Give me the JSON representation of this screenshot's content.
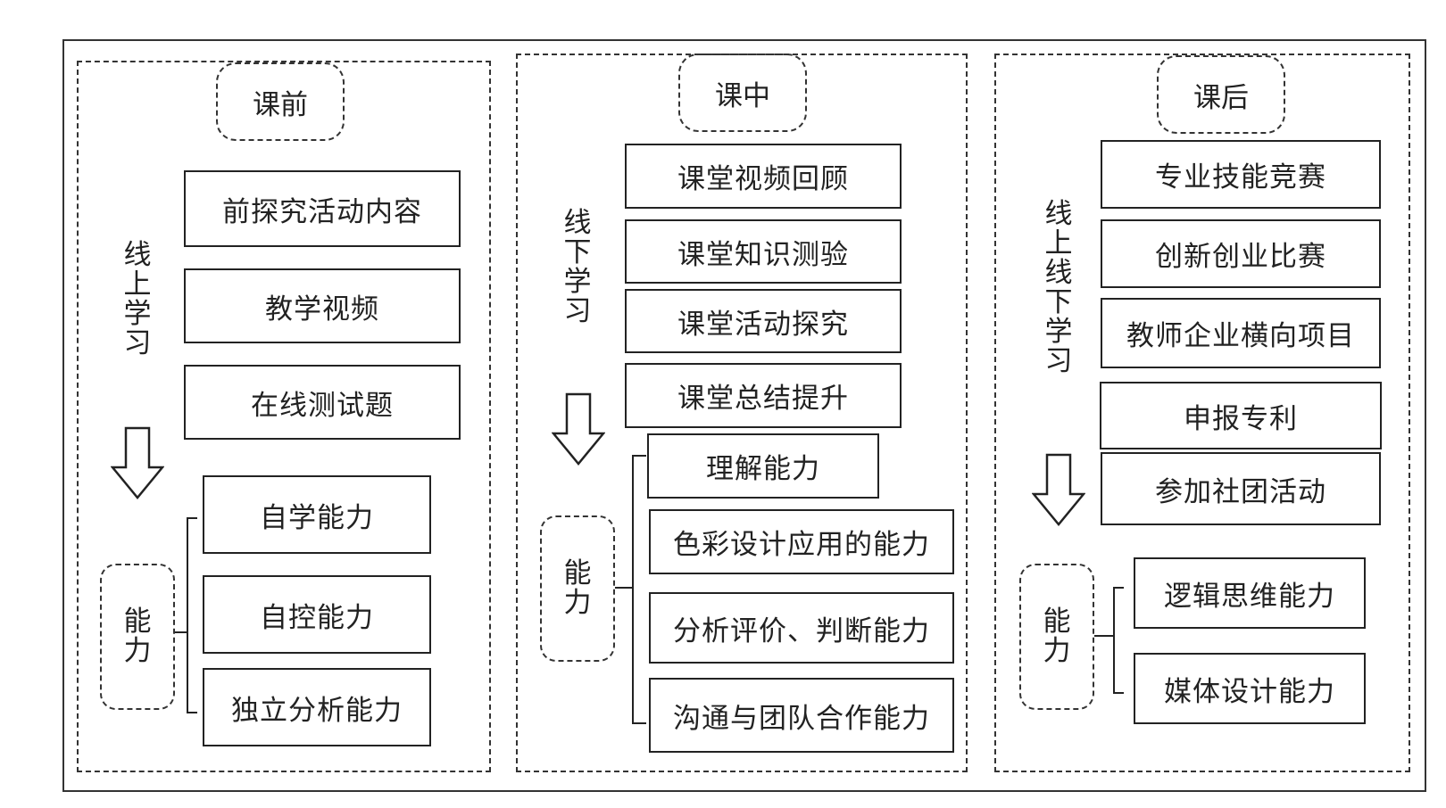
{
  "columns": [
    {
      "title": "课前",
      "mode_label": "线上学习",
      "activities": [
        "前探究活动内容",
        "教学视频",
        "在线测试题"
      ],
      "ability_label": "能力",
      "abilities": [
        "自学能力",
        "自控能力",
        "独立分析能力"
      ]
    },
    {
      "title": "课中",
      "mode_label": "线下学习",
      "activities": [
        "课堂视频回顾",
        "课堂知识测验",
        "课堂活动探究",
        "课堂总结提升"
      ],
      "ability_label": "能力",
      "abilities": [
        "理解能力",
        "色彩设计应用的能力",
        "分析评价、判断能力",
        "沟通与团队合作能力"
      ]
    },
    {
      "title": "课后",
      "mode_label": "线上线下学习",
      "activities": [
        "专业技能竞赛",
        "创新创业比赛",
        "教师企业横向项目",
        "申报专利",
        "参加社团活动"
      ],
      "ability_label": "能力",
      "abilities": [
        "逻辑思维能力",
        "媒体设计能力"
      ]
    }
  ]
}
